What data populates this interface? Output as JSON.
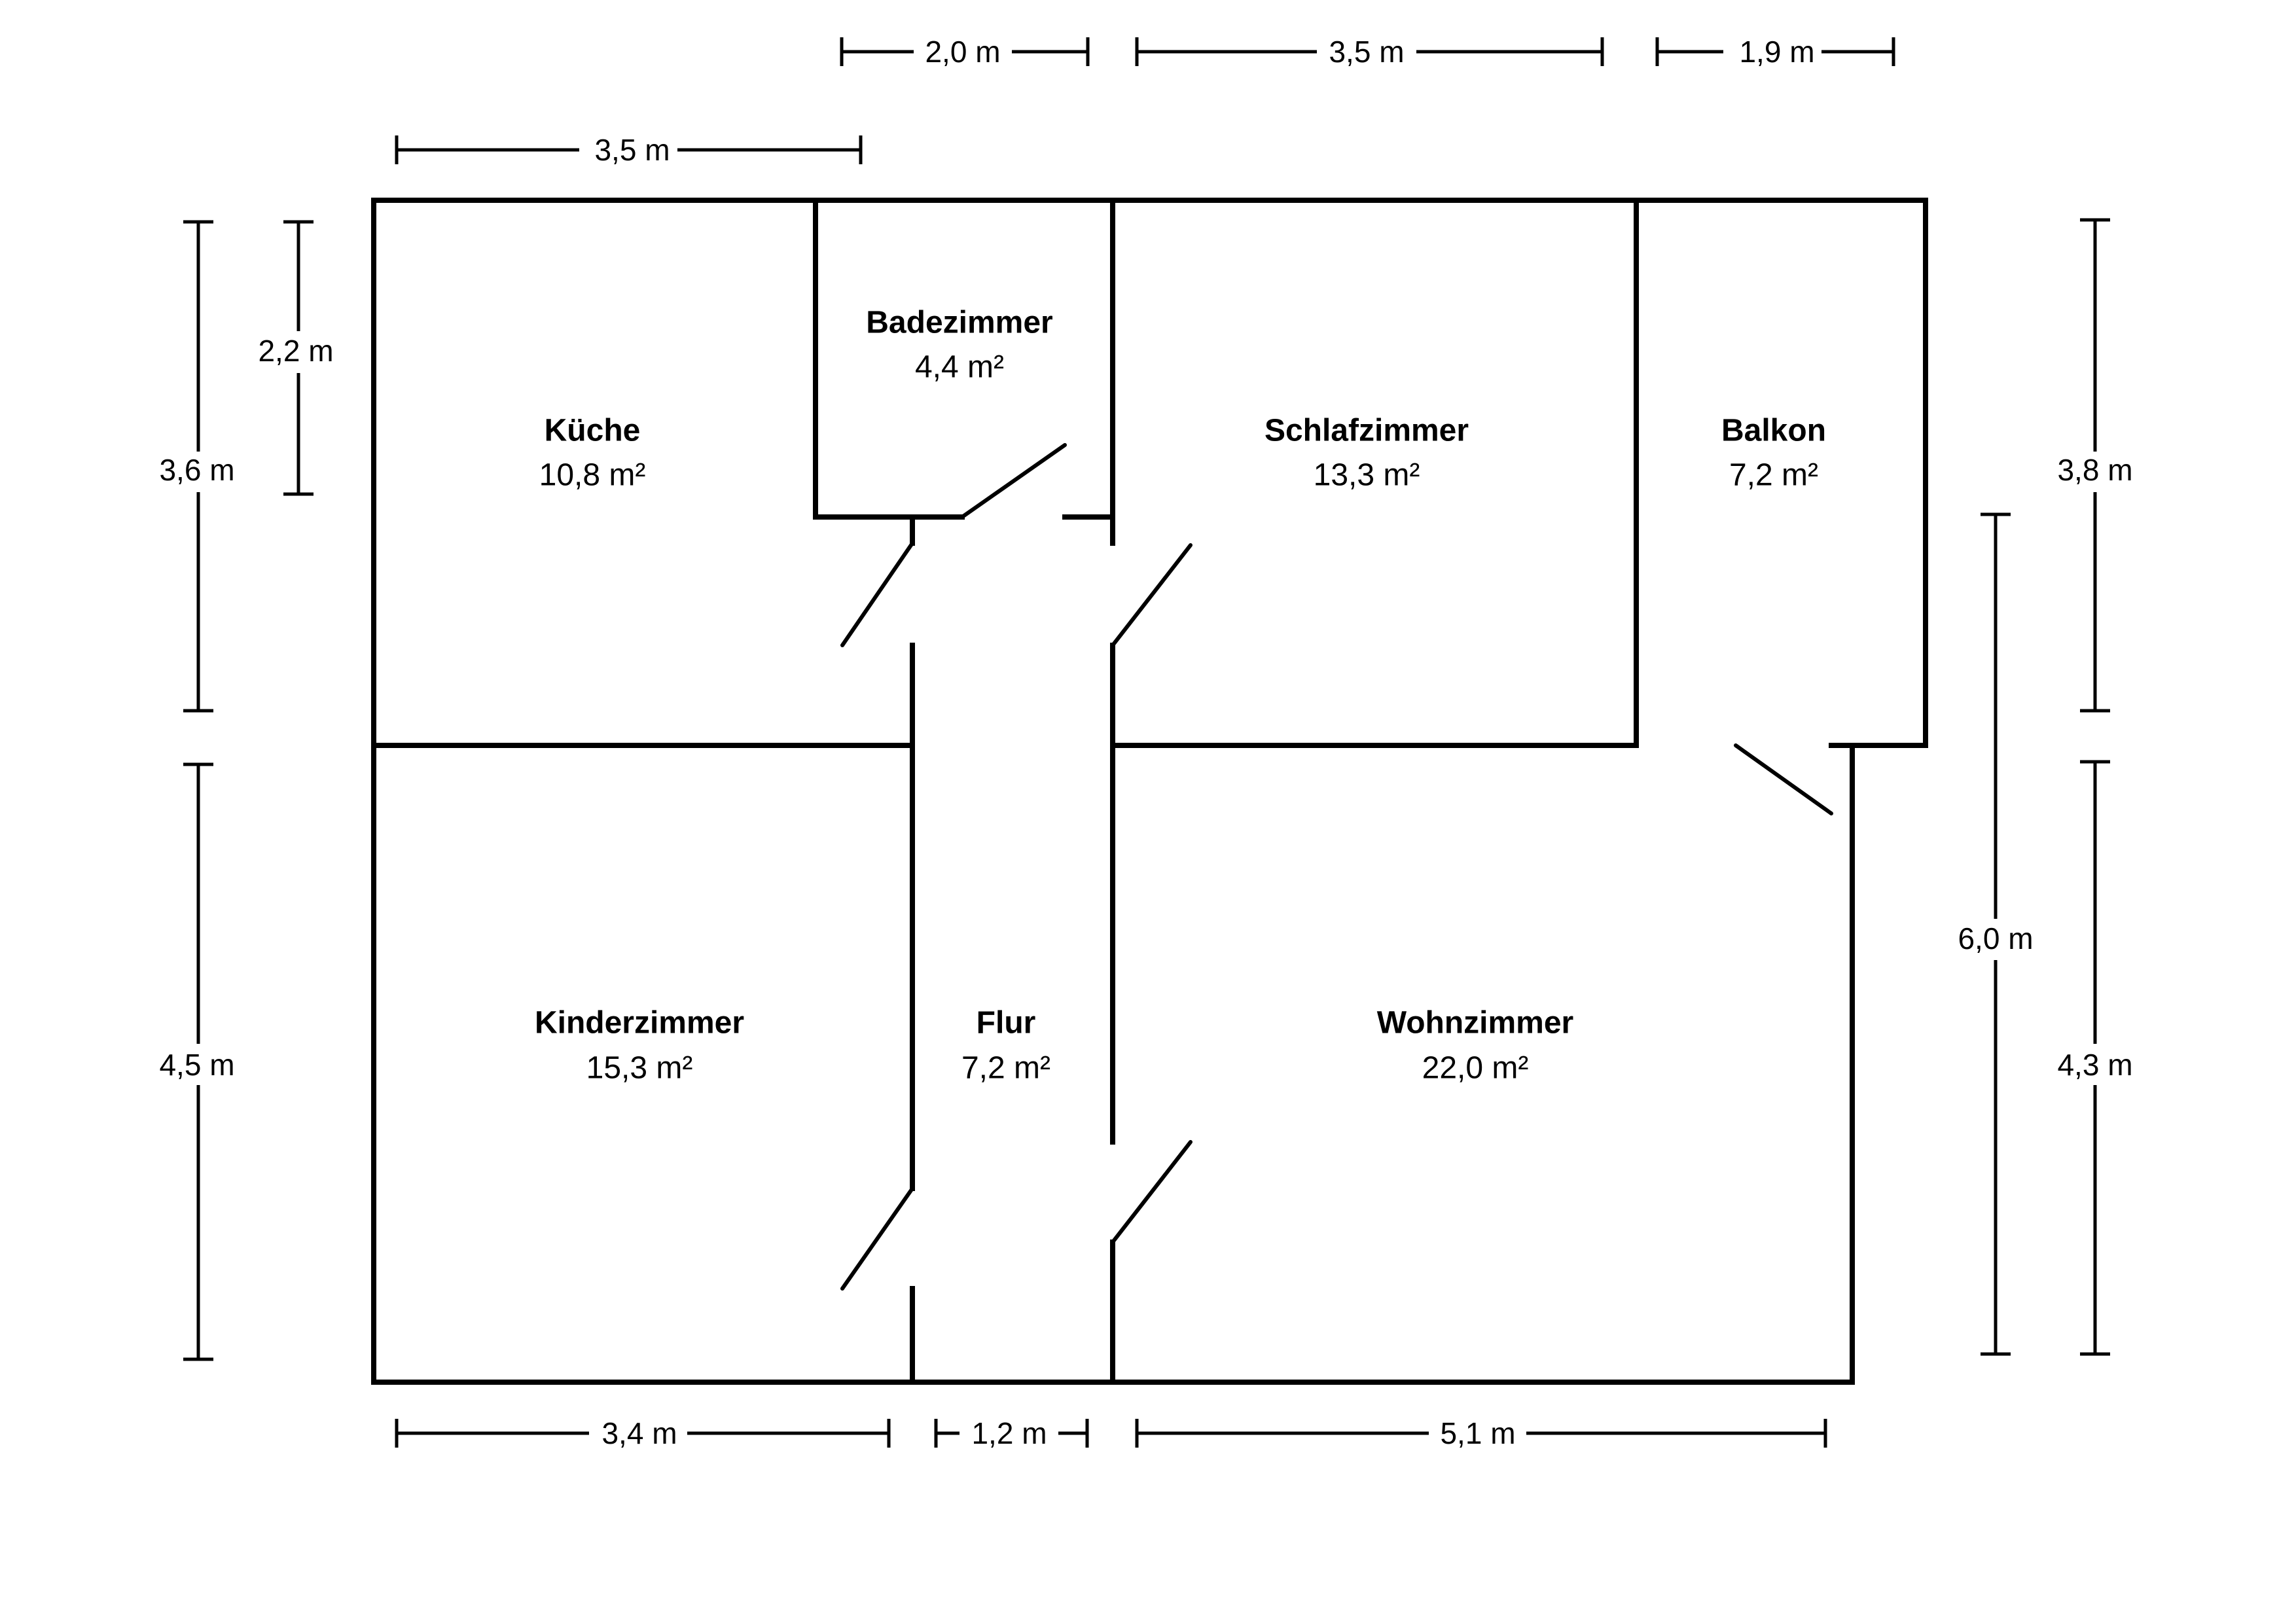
{
  "rooms": [
    {
      "id": "kueche",
      "name": "Küche",
      "area": "10,8 m²"
    },
    {
      "id": "badezimmer",
      "name": "Badezimmer",
      "area": "4,4 m²"
    },
    {
      "id": "schlafzimmer",
      "name": "Schlafzimmer",
      "area": "13,3 m²"
    },
    {
      "id": "balkon",
      "name": "Balkon",
      "area": "7,2 m²"
    },
    {
      "id": "kinderzimmer",
      "name": "Kinderzimmer",
      "area": "15,3 m²"
    },
    {
      "id": "flur",
      "name": "Flur",
      "area": "7,2 m²"
    },
    {
      "id": "wohnzimmer",
      "name": "Wohnzimmer",
      "area": "22,0 m²"
    }
  ],
  "dimensions": {
    "top_bad": "2,0 m",
    "top_schlaf": "3,5 m",
    "top_balkon": "1,9 m",
    "top_kueche": "3,5 m",
    "left_kueche_total": "3,6 m",
    "left_kueche_inner": "2,2 m",
    "left_kinder": "4,5 m",
    "right_balkon": "3,8 m",
    "right_wohn_total": "6,0 m",
    "right_wohn": "4,3 m",
    "bottom_kinder": "3,4 m",
    "bottom_flur": "1,2 m",
    "bottom_wohn": "5,1 m"
  }
}
